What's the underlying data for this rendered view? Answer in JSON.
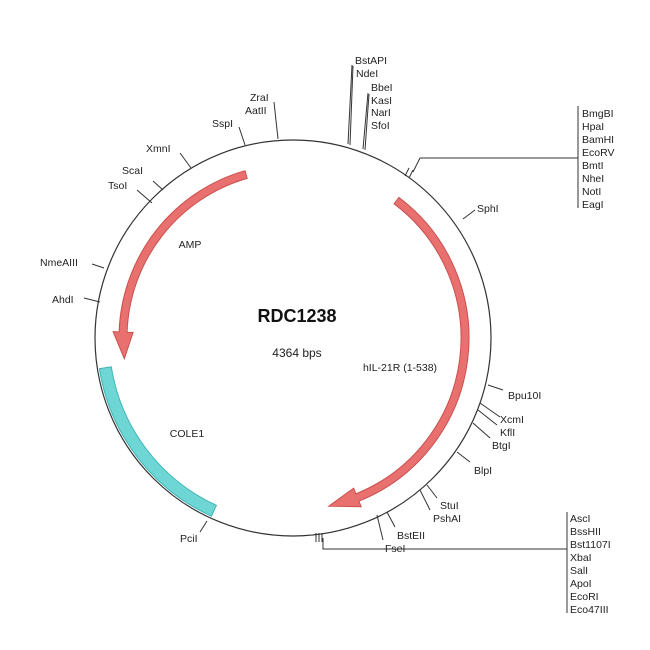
{
  "plasmid": {
    "name": "RDC1238",
    "size": "4364 bps"
  },
  "features": {
    "amp": "AMP",
    "cole1": "COLE1",
    "hil21r": "hIL-21R (1-538)"
  },
  "colors": {
    "arrow": "#e8706e",
    "arrow_stroke": "#c9504e",
    "ori": "#6fd6d6",
    "ori_stroke": "#3fb5b5"
  },
  "sites": {
    "tsoi": "TsoI",
    "scai": "ScaI",
    "xmni": "XmnI",
    "sspi": "SspI",
    "zrai": "ZraI",
    "aatii": "AatII",
    "bstapi": "BstAPI",
    "ndei": "NdeI",
    "bbei": "BbeI",
    "kasi": "KasI",
    "nari": "NarI",
    "sfoi": "SfoI",
    "sphi": "SphI",
    "bpu10i": "Bpu10I",
    "xcmi": "XcmI",
    "kfli": "KflI",
    "btgi": "BtgI",
    "blpi": "BlpI",
    "stui": "StuI",
    "pshai": "PshAI",
    "bsteii": "BstEII",
    "fsei": "FseI",
    "pcii": "PciI",
    "ahdi": "AhdI",
    "nmeaiii": "NmeAIII"
  },
  "mcs_top": [
    "BmgBI",
    "HpaI",
    "BamHI",
    "EcoRV",
    "BmtI",
    "NheI",
    "NotI",
    "EagI"
  ],
  "mcs_bottom": [
    "AscI",
    "BssHII",
    "Bst1107I",
    "XbaI",
    "SalI",
    "ApoI",
    "EcoRI",
    "Eco47III"
  ]
}
